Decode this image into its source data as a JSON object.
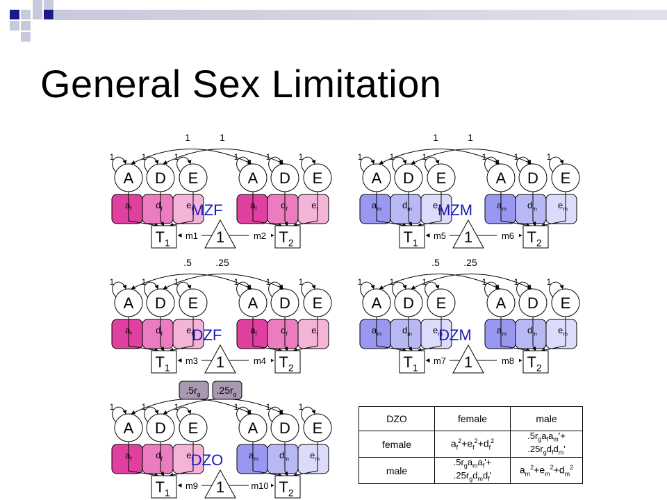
{
  "slide": {
    "title": "General Sex Limitation",
    "colors": {
      "brand_square_dark": "#1a1a8c",
      "brand_square_light": "#c8cadc",
      "female_a": "#e040a0",
      "female_d": "#ec7cc0",
      "female_e": "#f4b4d8",
      "male_a": "#9898f0",
      "male_d": "#b8b8f4",
      "male_e": "#dcdcfa",
      "rg_box": "#a898b0",
      "label_blue": "#1a1ab4"
    }
  },
  "models": [
    {
      "name": "MZF",
      "between_labels": [
        "1",
        "1"
      ],
      "means": [
        "m1",
        "m2"
      ],
      "twin1": {
        "sex": "female",
        "paths": [
          "a",
          "d",
          "e"
        ],
        "sub": "f"
      },
      "twin2": {
        "sex": "female",
        "paths": [
          "a",
          "d",
          "e"
        ],
        "sub": "f"
      }
    },
    {
      "name": "MZM",
      "between_labels": [
        "1",
        "1"
      ],
      "means": [
        "m5",
        "m6"
      ],
      "twin1": {
        "sex": "male",
        "paths": [
          "a",
          "d",
          "e"
        ],
        "sub": "m"
      },
      "twin2": {
        "sex": "male",
        "paths": [
          "a",
          "d",
          "e"
        ],
        "sub": "m"
      }
    },
    {
      "name": "DZF",
      "between_labels": [
        ".5",
        ".25"
      ],
      "means": [
        "m3",
        "m4"
      ],
      "twin1": {
        "sex": "female",
        "paths": [
          "a",
          "d",
          "e"
        ],
        "sub": "f"
      },
      "twin2": {
        "sex": "female",
        "paths": [
          "a",
          "d",
          "e"
        ],
        "sub": "f"
      }
    },
    {
      "name": "DZM",
      "between_labels": [
        ".5",
        ".25"
      ],
      "means": [
        "m7",
        "m8"
      ],
      "twin1": {
        "sex": "male",
        "paths": [
          "a",
          "d",
          "e"
        ],
        "sub": "m"
      },
      "twin2": {
        "sex": "male",
        "paths": [
          "a",
          "d",
          "e"
        ],
        "sub": "m"
      }
    },
    {
      "name": "DZO",
      "between_labels": [
        ".5r",
        ".25r"
      ],
      "between_sub": "g",
      "means": [
        "m9",
        "m10"
      ],
      "twin1": {
        "sex": "female",
        "paths": [
          "a",
          "d",
          "e"
        ],
        "sub": "f"
      },
      "twin2": {
        "sex": "male",
        "paths": [
          "a",
          "d",
          "e"
        ],
        "sub": "m"
      }
    }
  ],
  "latent_labels": [
    "A",
    "D",
    "E"
  ],
  "variance_label": "1",
  "triangle_label": "1",
  "twin_labels": {
    "t1": "T",
    "t1_sub": "1",
    "t2": "T",
    "t2_sub": "2"
  },
  "dzo_table": {
    "header": [
      "DZO",
      "female",
      "male"
    ],
    "rows": [
      {
        "label": "female",
        "c1": "af²+ef²+df²",
        "c2a": ".5rgafam'+",
        "c2b": ".25rgdfdm'"
      },
      {
        "label": "male",
        "c1a": ".5rgamaf'+",
        "c1b": ".25rgdmdf'",
        "c2": "am²+em²+dm²"
      }
    ]
  }
}
